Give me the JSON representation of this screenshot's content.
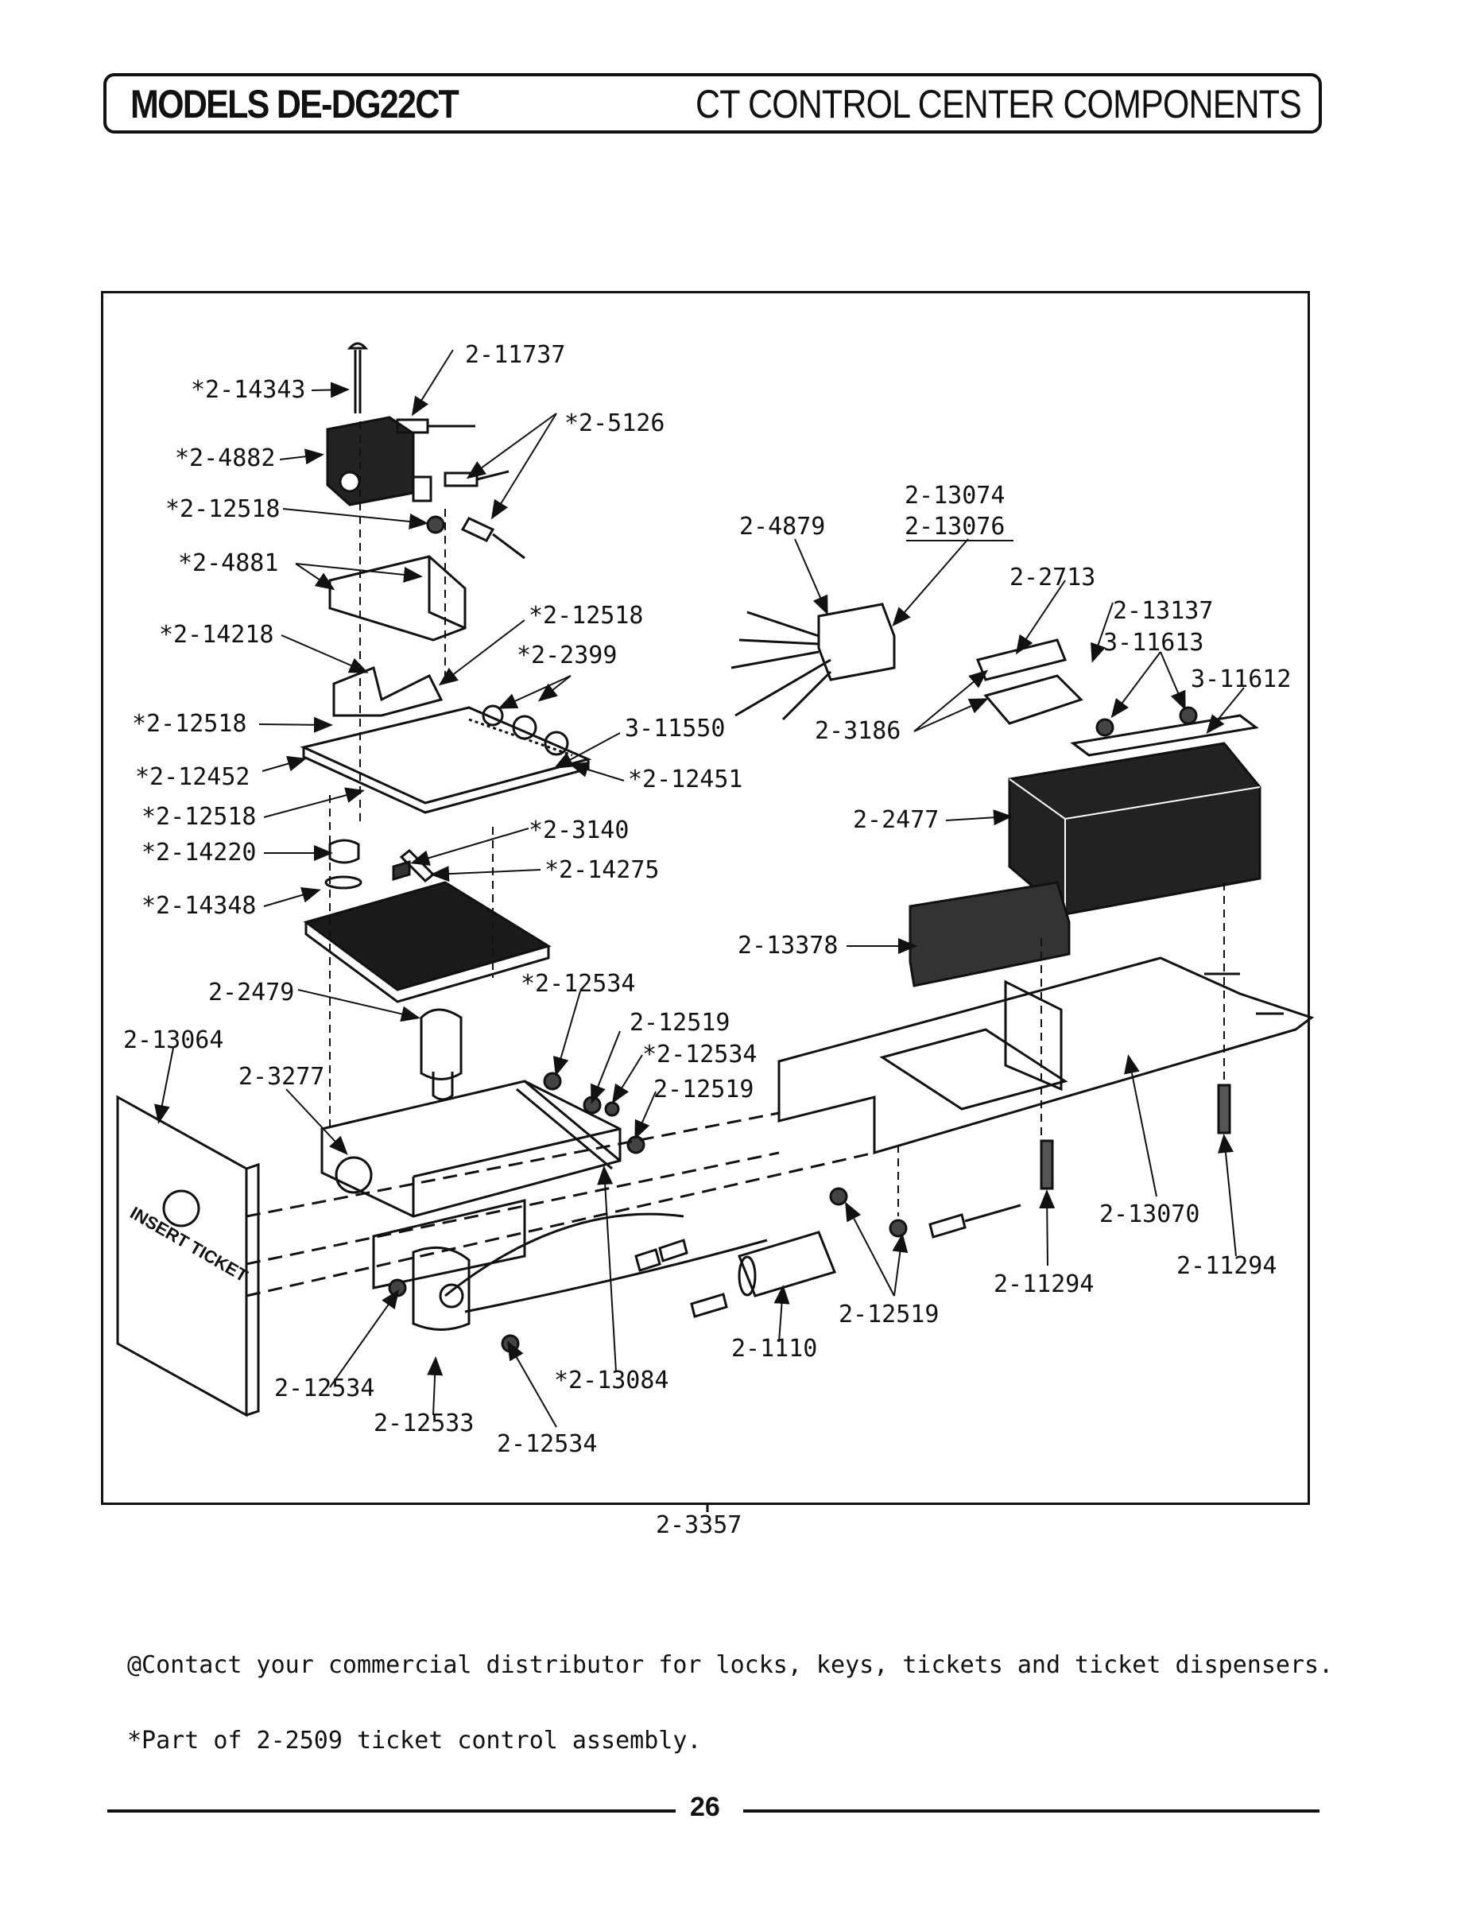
{
  "header": {
    "models": "MODELS DE-DG22CT",
    "section": "CT CONTROL CENTER COMPONENTS"
  },
  "diagram": {
    "part_labels": [
      "*2-14343",
      "2-11737",
      "*2-5126",
      "*2-4882",
      "*2-12518",
      "*2-4881",
      "*2-14218",
      "*2-12518",
      "*2-2399",
      "*2-12518",
      "3-11550",
      "*2-12452",
      "*2-12451",
      "*2-12518",
      "*2-3140",
      "*2-14220",
      "*2-14275",
      "*2-14348",
      "2-2479",
      "2-13064",
      "*2-12534",
      "2-12519",
      "*2-12534",
      "2-12519",
      "2-3277",
      "2-12534",
      "2-12533",
      "*2-13084",
      "2-12534",
      "2-1110",
      "2-12519",
      "2-11294",
      "2-13070",
      "2-11294",
      "2-13378",
      "2-2477",
      "2-3186",
      "2-4879",
      "2-13074",
      "2-13076",
      "2-2713",
      "2-13137",
      "3-11613",
      "3-11612"
    ],
    "panel_text": "INSERT TICKET",
    "below_frame_label": "2-3357"
  },
  "notes": {
    "contact": "@Contact your commercial distributor for locks, keys, tickets and ticket dispensers.",
    "part_of": "*Part of 2-2509 ticket control assembly."
  },
  "footer": {
    "page_number": "26"
  }
}
